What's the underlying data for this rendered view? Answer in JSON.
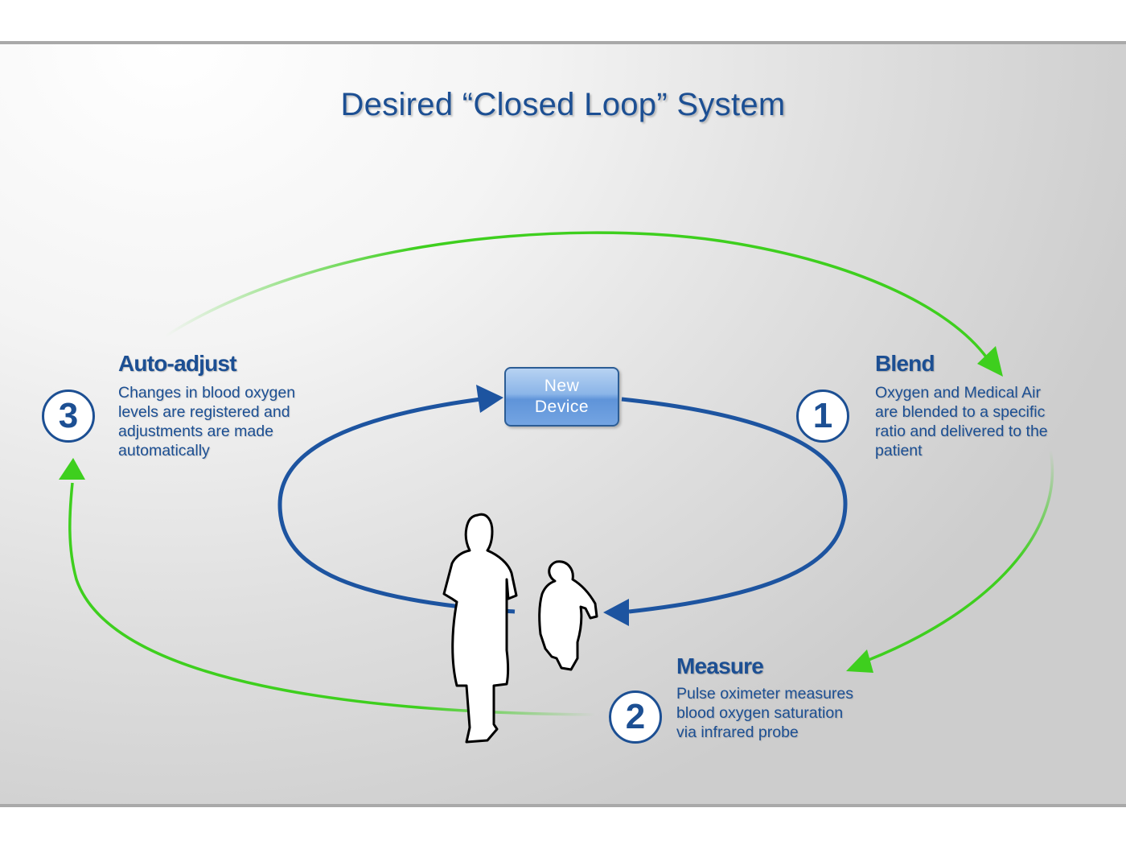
{
  "title": "Desired “Closed Loop” System",
  "device": {
    "line1": "New",
    "line2": "Device"
  },
  "steps": [
    {
      "number": "1",
      "heading": "Blend",
      "lines": [
        "Oxygen and Medical Air",
        "are blended to a specific",
        "ratio and delivered to the",
        "patient"
      ]
    },
    {
      "number": "2",
      "heading": "Measure",
      "lines": [
        "Pulse oximeter measures",
        "blood oxygen saturation",
        "via infrared probe"
      ]
    },
    {
      "number": "3",
      "heading": "Auto-adjust",
      "lines": [
        "Changes in blood oxygen",
        "levels are registered and",
        "adjustments are made",
        "automatically"
      ]
    }
  ],
  "colors": {
    "accent_blue": "#1c4f93",
    "loop_blue": "#1d54a0",
    "arrow_green": "#3ecf1e",
    "device_fill": "#74a4e2"
  },
  "icons": [
    "adult-silhouette-icon",
    "infant-silhouette-icon"
  ]
}
